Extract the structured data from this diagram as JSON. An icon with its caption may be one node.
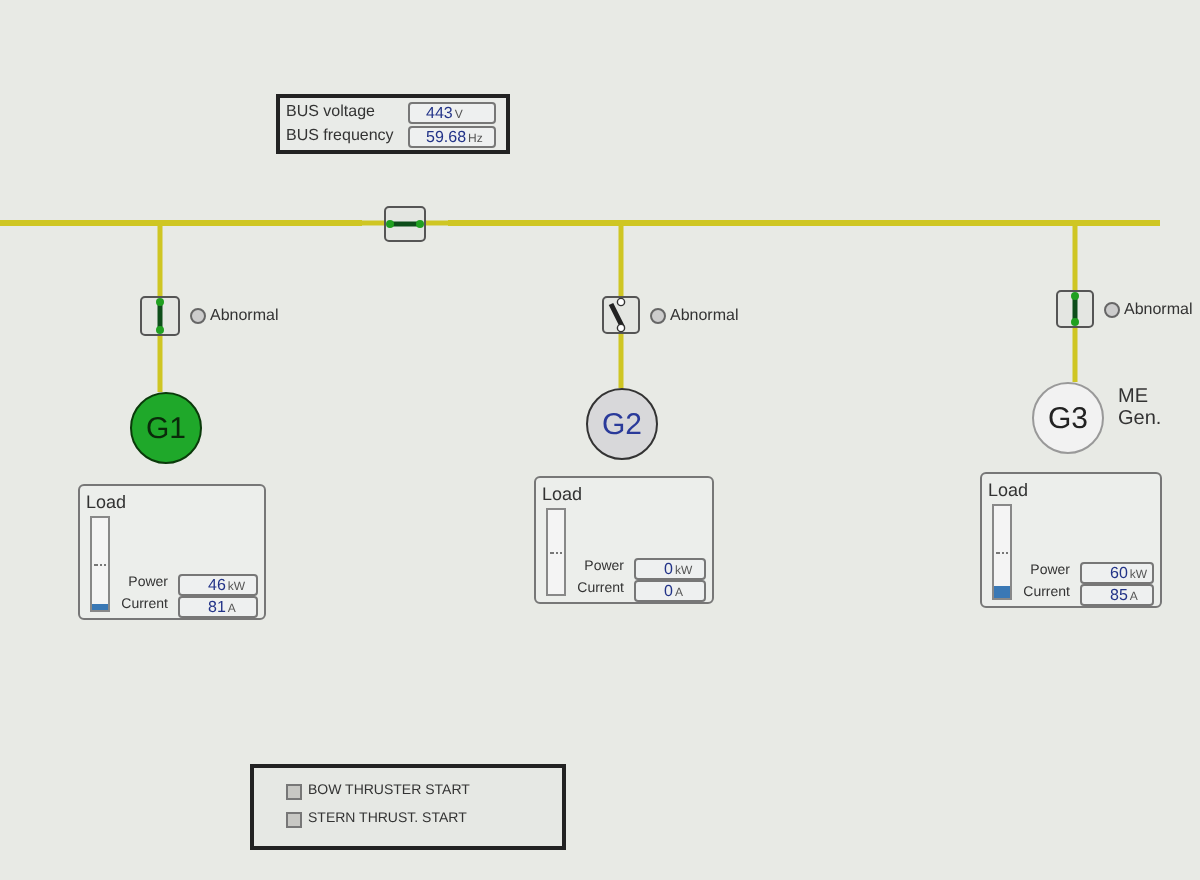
{
  "diagram": {
    "nodes": [
      {
        "text": [
          "BUS voltage",
          "443",
          "V",
          "BUS frequency",
          "59.68",
          "Hz"
        ]
      },
      {
        "text": [],
        "shape": "bar"
      },
      {
        "text": [],
        "shape": "box"
      },
      {
        "text": [],
        "shape": "bar"
      },
      {
        "text": [],
        "shape": "box",
        "beside": [
          "Abnormal"
        ]
      },
      {
        "text": [],
        "shape": "box",
        "beside": [
          "Abnormal"
        ]
      },
      {
        "text": [],
        "shape": "box",
        "beside": [
          "Abnormal"
        ]
      },
      {
        "text": [
          "G1"
        ]
      },
      {
        "text": [
          "G2"
        ]
      },
      {
        "text": [
          "G3"
        ],
        "beside": [
          "ME Gen."
        ]
      },
      {
        "text": [
          "Load",
          "Power",
          "46",
          "kW",
          "Current",
          "81",
          "A"
        ]
      },
      {
        "text": [
          "Load",
          "Power",
          "0",
          "kW",
          "Current",
          "0",
          "A"
        ]
      },
      {
        "text": [
          "Load",
          "Power",
          "60",
          "kW",
          "Current",
          "85",
          "A"
        ]
      },
      {
        "text": [
          "BOW THRUSTER START",
          "STERN THRUST. START"
        ]
      }
    ],
    "edges": [
      {
        "from": 1,
        "to": 2,
        "arrow": "none"
      },
      {
        "from": 2,
        "to": 3,
        "arrow": "none"
      },
      {
        "from": 1,
        "to": 4,
        "arrow": "none"
      },
      {
        "from": 4,
        "to": 7,
        "arrow": "none"
      },
      {
        "from": 3,
        "to": 5,
        "arrow": "none"
      },
      {
        "from": 5,
        "to": 8,
        "arrow": "none"
      },
      {
        "from": 3,
        "to": 6,
        "arrow": "none"
      },
      {
        "from": 6,
        "to": 9,
        "arrow": "none"
      }
    ]
  }
}
